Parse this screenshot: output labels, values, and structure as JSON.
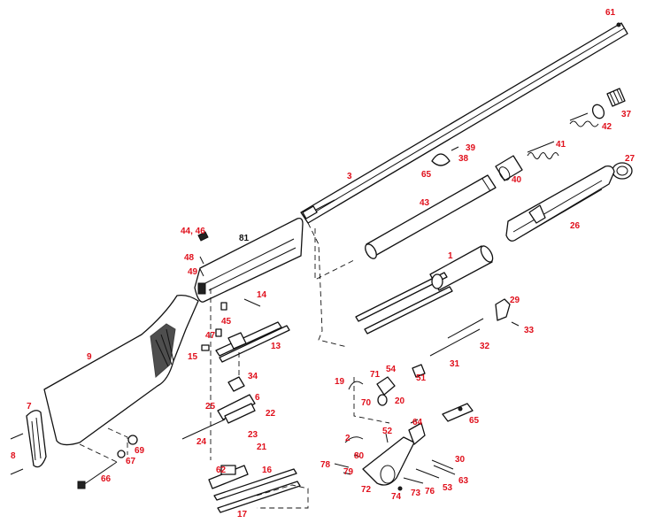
{
  "colors": {
    "label": "#e0101c",
    "line": "#111111",
    "background": "#ffffff"
  },
  "labels": {
    "p61": "61",
    "p37": "37",
    "p42": "42",
    "p41": "41",
    "p39": "39",
    "p38": "38",
    "p65a": "65",
    "p40": "40",
    "p3": "3",
    "p27": "27",
    "p43": "43",
    "p26": "26",
    "p81": "81",
    "p4446": "44, 46",
    "p48": "48",
    "p49": "49",
    "p1": "1",
    "p14": "14",
    "p29": "29",
    "p33": "33",
    "p45": "45",
    "p47": "47",
    "p13": "13",
    "p32": "32",
    "p9": "9",
    "p15": "15",
    "p54": "54",
    "p31": "31",
    "p71": "71",
    "p51": "51",
    "p34": "34",
    "p19": "19",
    "p20": "20",
    "p70": "70",
    "p6": "6",
    "p25": "25",
    "p22": "22",
    "p64": "64",
    "p65b": "65",
    "p7": "7",
    "p23": "23",
    "p24": "24",
    "p52": "52",
    "p2": "2",
    "p21": "21",
    "p69": "69",
    "p8": "8",
    "p67": "67",
    "p80": "80",
    "p30": "30",
    "p78": "78",
    "p62": "62",
    "p16": "16",
    "p79": "79",
    "p63": "63",
    "p66": "66",
    "p72": "72",
    "p73": "73",
    "p76": "76",
    "p74": "74",
    "p53": "53",
    "p17": "17"
  }
}
